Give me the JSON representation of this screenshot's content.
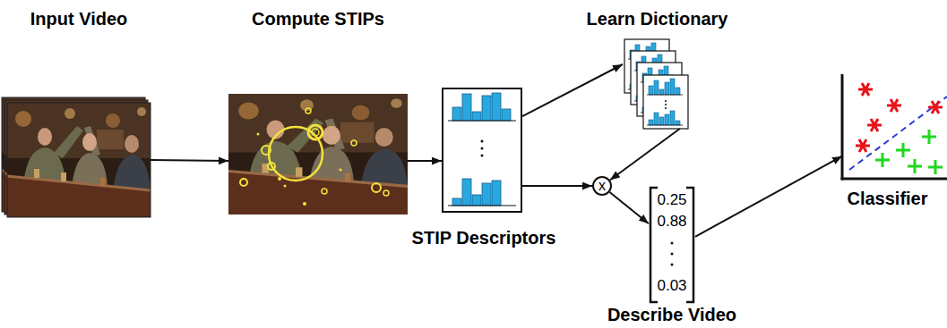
{
  "diagram": {
    "nodes": [
      {
        "text": [
          "Input Video"
        ]
      },
      {
        "text": [
          "Compute STIPs"
        ]
      },
      {
        "text": [
          "STIP Descriptors"
        ]
      },
      {
        "text": [
          "Learn Dictionary"
        ]
      },
      {
        "text": [
          "x"
        ]
      },
      {
        "text": [
          "0.25",
          "0.88",
          "0.03",
          "Describe Video"
        ]
      },
      {
        "text": [
          "Classifier"
        ]
      }
    ],
    "edges": [
      {
        "from": 0,
        "to": 1,
        "arrow": "to"
      },
      {
        "from": 1,
        "to": 2,
        "arrow": "to"
      },
      {
        "from": 2,
        "to": 3,
        "arrow": "to"
      },
      {
        "from": 3,
        "to": 4,
        "arrow": "to"
      },
      {
        "from": 2,
        "to": 4,
        "arrow": "to"
      },
      {
        "from": 4,
        "to": 5,
        "arrow": "to"
      },
      {
        "from": 5,
        "to": 6,
        "arrow": "to"
      }
    ]
  }
}
